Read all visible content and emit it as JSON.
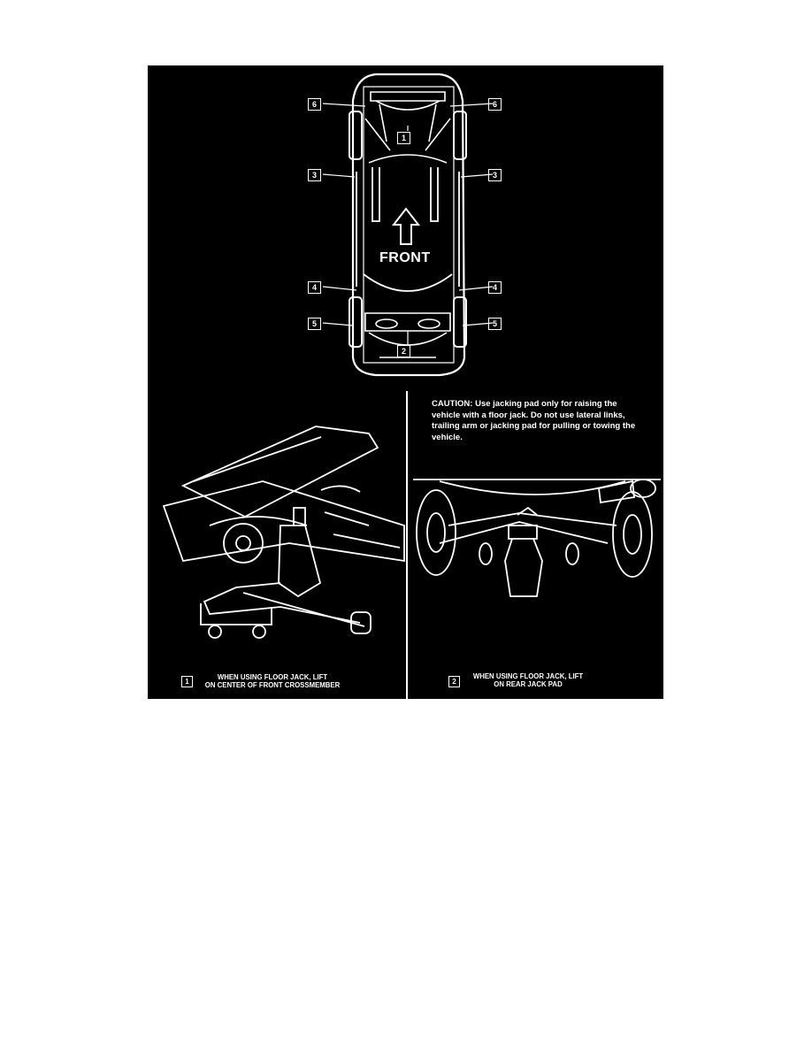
{
  "diagram": {
    "front_label": "FRONT",
    "callouts_left": [
      "6",
      "3",
      "4",
      "5"
    ],
    "callouts_right": [
      "6",
      "3",
      "4",
      "5"
    ],
    "callout_front_crossmember": "1",
    "callout_rear_jack_pad": "2",
    "caution_text": "CAUTION: Use jacking pad only for raising the vehicle with a floor jack. Do not use lateral links, trailing arm or jacking pad for pulling or towing the vehicle.",
    "caption_left": {
      "number": "1",
      "line1": "WHEN USING FLOOR JACK, LIFT",
      "line2": "ON CENTER OF FRONT CROSSMEMBER"
    },
    "caption_right": {
      "number": "2",
      "line1": "WHEN USING FLOOR JACK, LIFT",
      "line2": "ON REAR JACK PAD"
    },
    "colors": {
      "background": "#000000",
      "ink": "#ffffff",
      "page": "#ffffff"
    }
  }
}
